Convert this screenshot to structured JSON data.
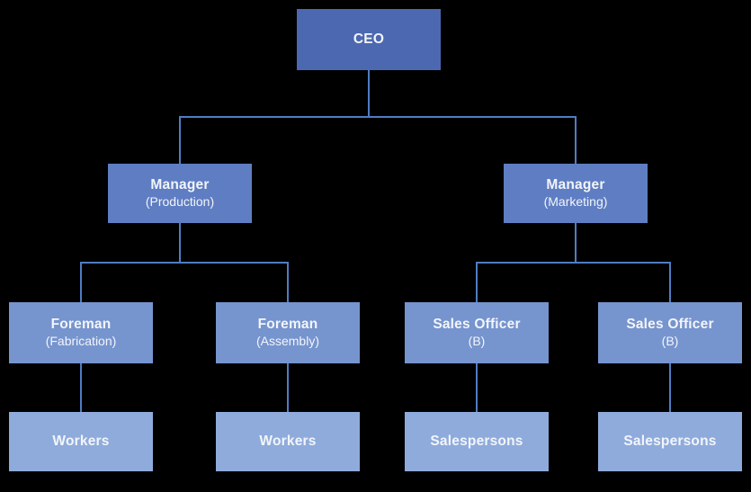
{
  "diagram_type": "organization-chart",
  "colors": {
    "background": "#000000",
    "level1_fill": "#4c68b0",
    "level2_fill": "#5f7dc2",
    "level3_fill": "#7694ce",
    "level4_fill": "#8fabdb",
    "connector": "#4e7dc3",
    "text": "#f2f5fa"
  },
  "nodes": {
    "ceo": {
      "title": "CEO"
    },
    "manager_production": {
      "title": "Manager",
      "subtitle": "(Production)"
    },
    "manager_marketing": {
      "title": "Manager",
      "subtitle": "(Marketing)"
    },
    "foreman_fabrication": {
      "title": "Foreman",
      "subtitle": "(Fabrication)"
    },
    "foreman_assembly": {
      "title": "Foreman",
      "subtitle": "(Assembly)"
    },
    "sales_officer_1": {
      "title": "Sales Officer",
      "subtitle": "(B)"
    },
    "sales_officer_2": {
      "title": "Sales Officer",
      "subtitle": "(B)"
    },
    "workers_1": {
      "title": "Workers"
    },
    "workers_2": {
      "title": "Workers"
    },
    "salespersons_1": {
      "title": "Salespersons"
    },
    "salespersons_2": {
      "title": "Salespersons"
    }
  },
  "hierarchy": [
    {
      "parent": "CEO",
      "children": [
        "Manager (Production)",
        "Manager (Marketing)"
      ]
    },
    {
      "parent": "Manager (Production)",
      "children": [
        "Foreman (Fabrication)",
        "Foreman (Assembly)"
      ]
    },
    {
      "parent": "Manager (Marketing)",
      "children": [
        "Sales Officer (B)",
        "Sales Officer (B)"
      ]
    },
    {
      "parent": "Foreman (Fabrication)",
      "children": [
        "Workers"
      ]
    },
    {
      "parent": "Foreman (Assembly)",
      "children": [
        "Workers"
      ]
    },
    {
      "parent": "Sales Officer (B) [left]",
      "children": [
        "Salespersons"
      ]
    },
    {
      "parent": "Sales Officer (B) [right]",
      "children": [
        "Salespersons"
      ]
    }
  ]
}
